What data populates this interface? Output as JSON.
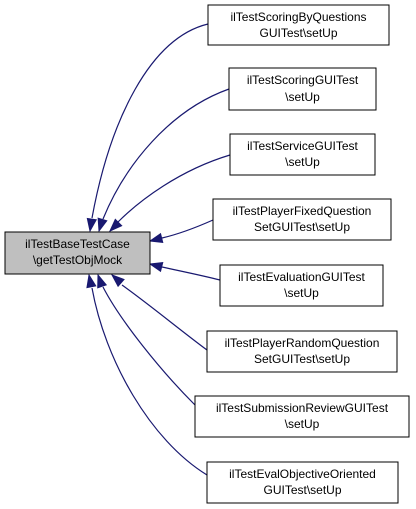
{
  "source_node": {
    "lines": [
      "ilTestBaseTestCase",
      "\\getTestObjMock"
    ]
  },
  "caller_nodes": [
    {
      "lines": [
        "ilTestScoringByQuestions",
        "GUITest\\setUp"
      ]
    },
    {
      "lines": [
        "ilTestScoringGUITest",
        "\\setUp"
      ]
    },
    {
      "lines": [
        "ilTestServiceGUITest",
        "\\setUp"
      ]
    },
    {
      "lines": [
        "ilTestPlayerFixedQuestion",
        "SetGUITest\\setUp"
      ]
    },
    {
      "lines": [
        "ilTestEvaluationGUITest",
        "\\setUp"
      ]
    },
    {
      "lines": [
        "ilTestPlayerRandomQuestion",
        "SetGUITest\\setUp"
      ]
    },
    {
      "lines": [
        "ilTestSubmissionReviewGUITest",
        "\\setUp"
      ]
    },
    {
      "lines": [
        "ilTestEvalObjectiveOriented",
        "GUITest\\setUp"
      ]
    }
  ],
  "colors": {
    "edge": "#191970",
    "source_fill": "#bfbfbf",
    "node_fill": "#ffffff",
    "border": "#000000"
  }
}
